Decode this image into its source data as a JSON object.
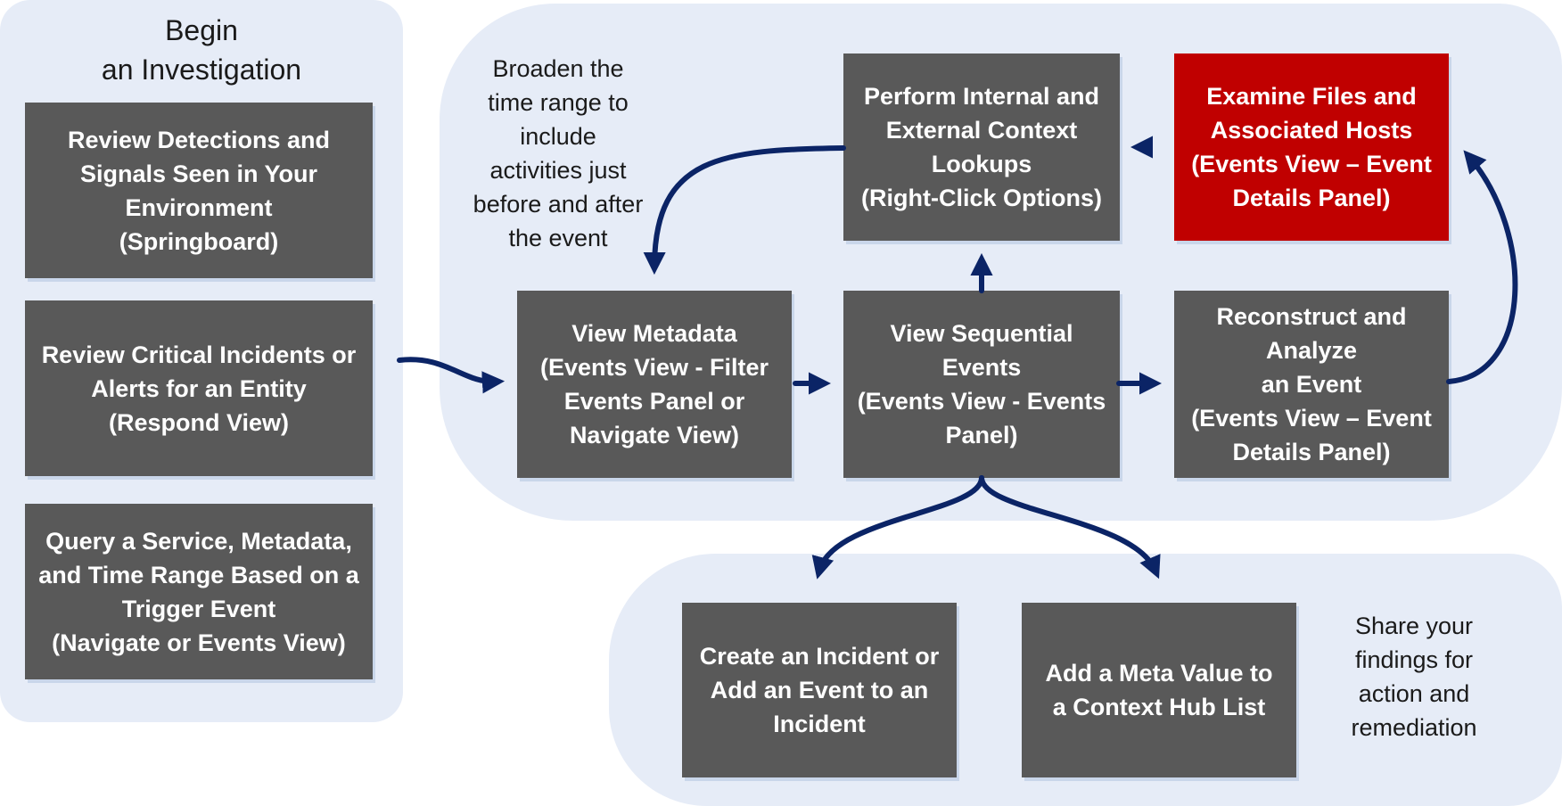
{
  "begin_panel": {
    "heading": "Begin\nan Investigation",
    "boxes": [
      "Review Detections and\nSignals Seen in Your\nEnvironment\n(Springboard)",
      "Review Critical Incidents or\nAlerts for an Entity\n(Respond View)",
      "Query a Service, Metadata,\nand Time Range Based on a\nTrigger Event\n(Navigate or Events View)"
    ]
  },
  "main_panel": {
    "note": "Broaden the\ntime range to\ninclude\nactivities just\nbefore and after\nthe event",
    "view_metadata": "View Metadata\n(Events View - Filter\nEvents Panel or\nNavigate View)",
    "view_sequential": "View Sequential\nEvents\n(Events View - Events\nPanel)",
    "reconstruct": "Reconstruct and\nAnalyze\nan Event\n(Events View – Event\nDetails Panel)",
    "context_lookups": "Perform Internal and\nExternal Context\nLookups\n(Right-Click Options)",
    "examine_files": "Examine Files  and\nAssociated Hosts\n(Events View – Event\nDetails Panel)"
  },
  "share_panel": {
    "create_incident": "Create an Incident or\nAdd an Event to an\nIncident",
    "add_meta": "Add a Meta Value to\na Context Hub List",
    "note": "Share your\nfindings for\naction  and\nremediation"
  },
  "colors": {
    "panel_bg": "#e6ecf7",
    "box_gray": "#595959",
    "box_red": "#c00000",
    "arrow": "#0b2466"
  }
}
